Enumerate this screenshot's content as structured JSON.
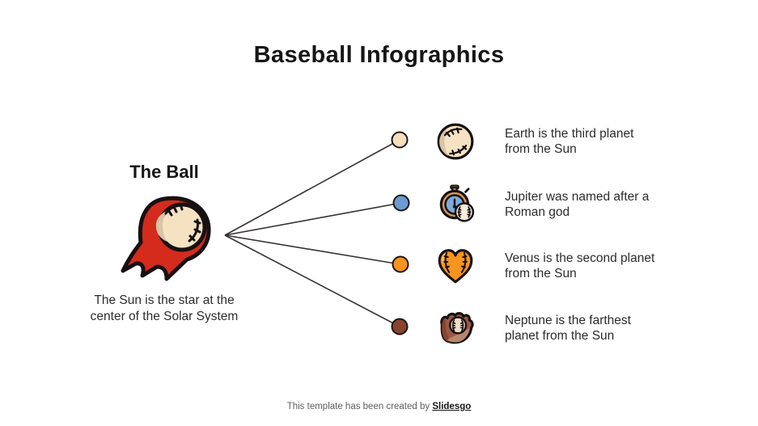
{
  "slide": {
    "title": "Baseball Infographics",
    "left": {
      "heading": "The Ball",
      "icon": "flaming-baseball-icon",
      "description": "The Sun is the star at the\ncenter of the Solar System"
    },
    "items": [
      {
        "icon": "baseball-icon",
        "dot_color": "#f5dfbe",
        "text": "Earth is the third planet\nfrom the Sun"
      },
      {
        "icon": "stopwatch-baseball-icon",
        "dot_color": "#6c9bd2",
        "text": "Jupiter was named after a\nRoman god"
      },
      {
        "icon": "heart-baseball-icon",
        "dot_color": "#f7941e",
        "text": "Venus is the second planet\nfrom the Sun"
      },
      {
        "icon": "glove-baseball-icon",
        "dot_color": "#87432d",
        "text": "Neptune is the farthest\nplanet from the Sun"
      }
    ],
    "footer": {
      "text": "This template has been created by ",
      "brand": "Slidesgo"
    },
    "colors": {
      "background": "#ffffff",
      "outline": "#171112",
      "flame_red": "#d42b1d",
      "ball_cream": "#f5e2c3",
      "ball_shade": "#d8c4a6",
      "blue": "#6c9bd2",
      "orange": "#f7941e",
      "brown": "#87432d",
      "connector_line": "#373132",
      "title_text": "#161616",
      "body_text": "#2e2b2c",
      "footer_text": "#5f5f5f"
    }
  }
}
